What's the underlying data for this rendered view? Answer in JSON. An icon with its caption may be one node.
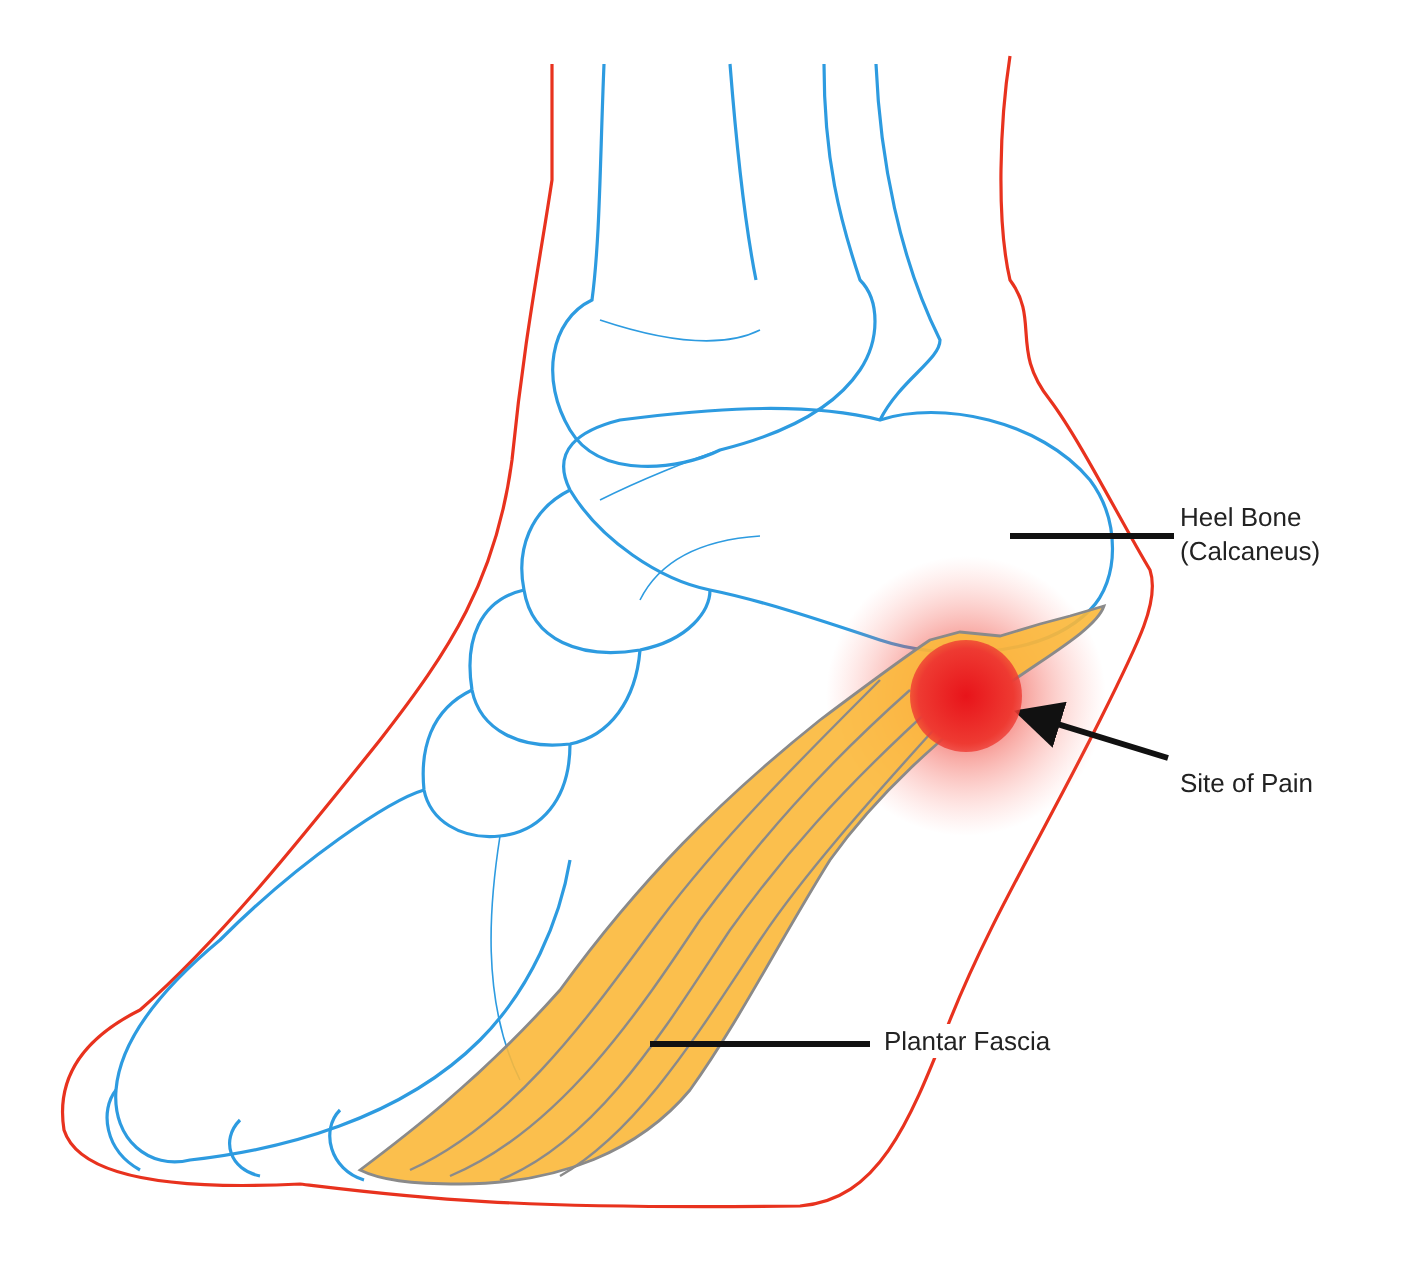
{
  "diagram": {
    "nodes": [
      {
        "text": [
          "Heel Bone (Calcaneus)"
        ]
      },
      {
        "text": [
          "Site of Pain"
        ]
      },
      {
        "text": [
          "Plantar Fascia"
        ]
      },
      {
        "text": [],
        "shape": "circle"
      }
    ],
    "edges": [
      {
        "from": 0,
        "to": null,
        "arrow": "none"
      },
      {
        "from": 1,
        "to": 3,
        "arrow": "to"
      },
      {
        "from": 2,
        "to": null,
        "arrow": "none"
      }
    ]
  }
}
